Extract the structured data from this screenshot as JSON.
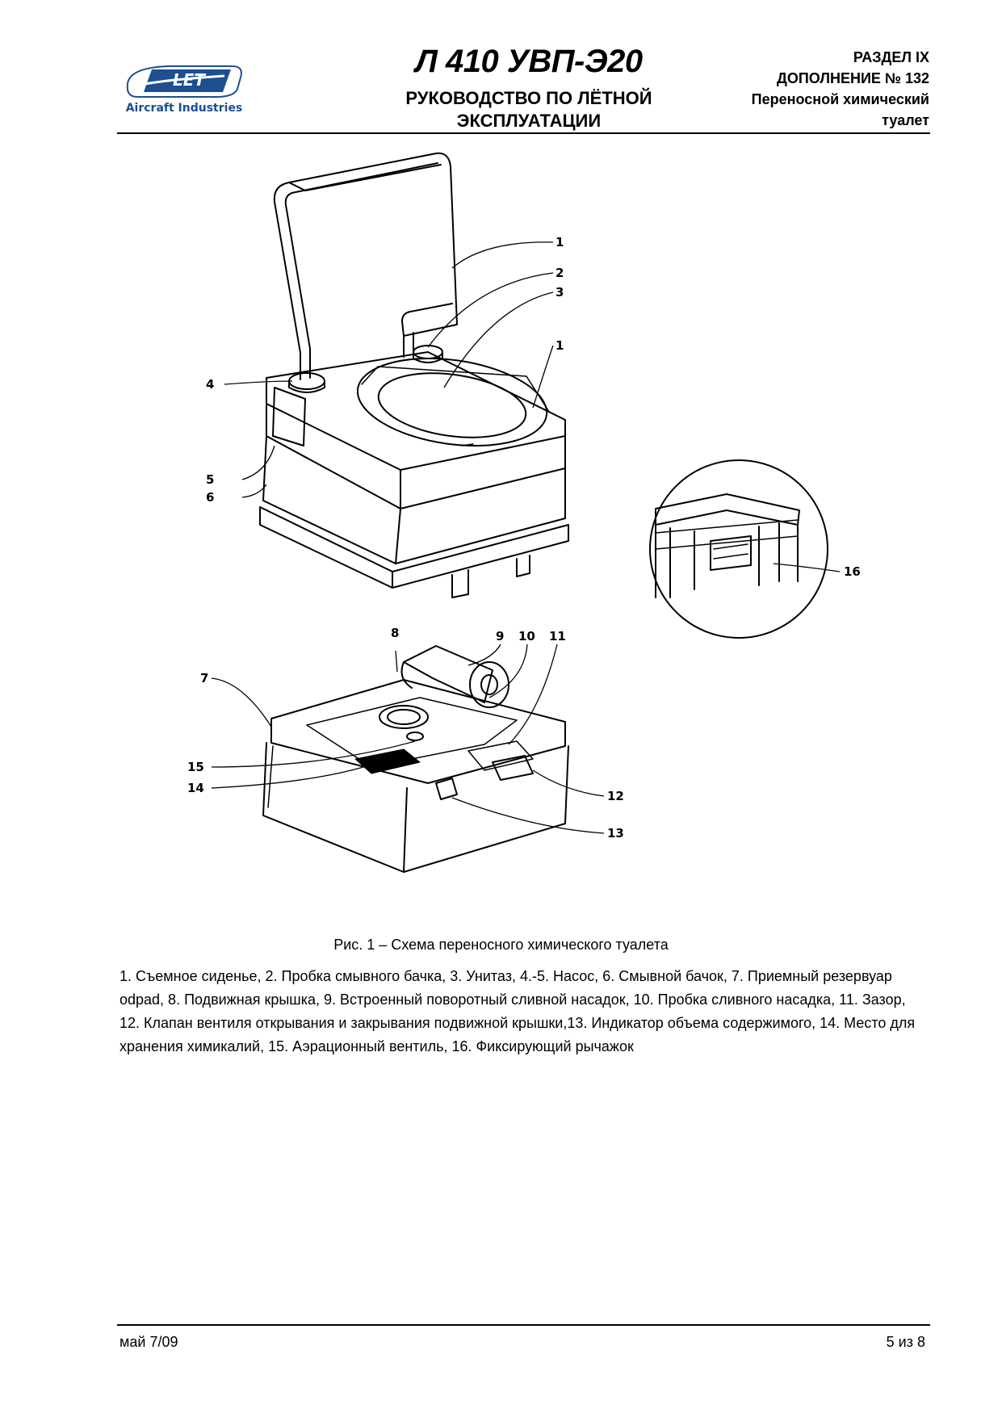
{
  "header": {
    "logo_text": "LET",
    "logo_caption": "Aircraft Industries",
    "doc_code": "Л 410 УВП-Э20",
    "manual_title": "РУКОВОДСТВО ПО ЛЁТНОЙ ЭКСПЛУАТАЦИИ",
    "section": "РАЗДЕЛ IX",
    "supplement": "ДОПОЛНЕНИЕ № 132",
    "subject_line1": "Переносной химический",
    "subject_line2": "туалет",
    "brand_color": "#1d4f91"
  },
  "figure": {
    "callouts": [
      "1",
      "2",
      "3",
      "1",
      "4",
      "5",
      "6",
      "16",
      "8",
      "9",
      "10",
      "11",
      "7",
      "15",
      "14",
      "12",
      "13"
    ]
  },
  "caption": "Рис. 1 – Схема переносного химического туалета",
  "legend": "1. Съемное сиденье, 2. Пробка смывного бачка, 3. Унитаз, 4.-5. Насос, 6. Смывной бачок, 7. Приемный резервуар odpad, 8. Подвижная крышка, 9. Встроенный поворотный сливной насадок, 10. Пробка сливного насадка, 11. Зазор, 12. Клапан вентиля открывания и закрывания подвижной крышки,13. Индикатор объема содержимого, 14. Место для хранения химикалий, 15. Аэрационный вентиль, 16. Фиксирующий рычажок",
  "footer": {
    "date": "май 7/09",
    "page": "5 из 8"
  }
}
